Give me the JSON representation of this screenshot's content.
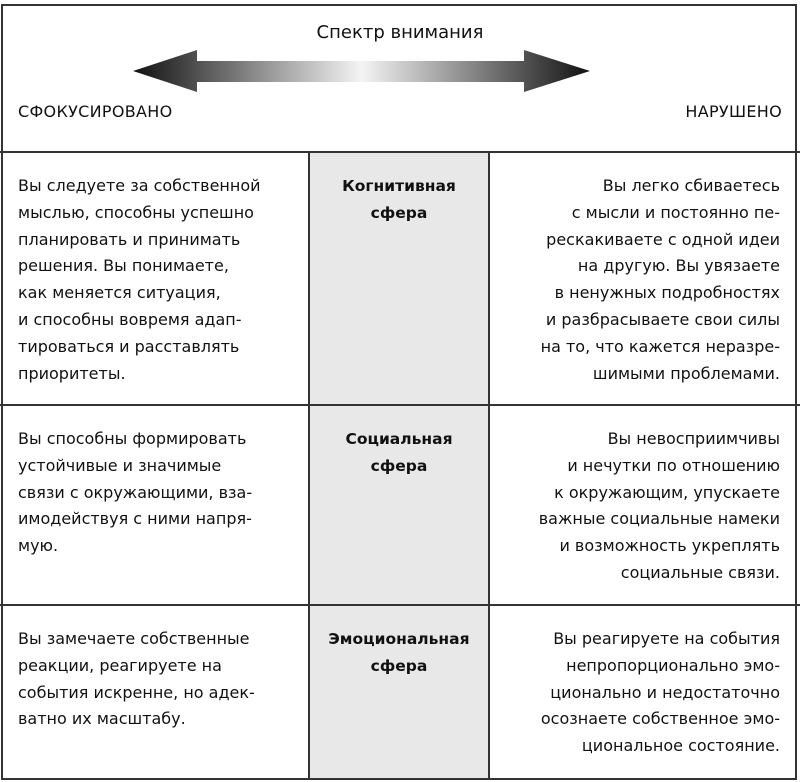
{
  "header": {
    "title": "Спектр внимания",
    "left_label": "СФОКУСИРОВАНО",
    "right_label": "НАРУШЕНО"
  },
  "rows": [
    {
      "focused": "Вы следуете за собственной\nмыслью, способны успешно\nпланировать и принимать\nрешения. Вы понимаете,\nкак меняется ситуация,\nи способны вовремя адап-\nтироваться и расставлять\nприоритеты.",
      "sphere": "Когнитивная\nсфера",
      "impaired": "Вы легко сбиваетесь\nс мысли и постоянно пе-\nрескакиваете с одной идеи\nна другую. Вы увязаете\nв ненужных подробностях\nи разбрасываете свои силы\nна то, что кажется неразре-\nшимыми проблемами."
    },
    {
      "focused": "Вы способны формировать\nустойчивые и значимые\nсвязи с окружающими, вза-\nимодействуя с ними напря-\nмую.",
      "sphere": "Социальная\nсфера",
      "impaired": "Вы невосприимчивы\nи нечутки по отношению\nк окружающим, упускаете\nважные социальные намеки\nи возможность укреплять\nсоциальные связи."
    },
    {
      "focused": "Вы замечаете собственные\nреакции, реагируете на\nсобытия искренне, но адек-\nватно их масштабу.",
      "sphere": "Эмоциональная\nсфера",
      "impaired": "Вы реагируете на события\nнепропорционально эмо-\nционально и недостаточно\nосознаете собственное эмо-\nциональное состояние."
    }
  ]
}
